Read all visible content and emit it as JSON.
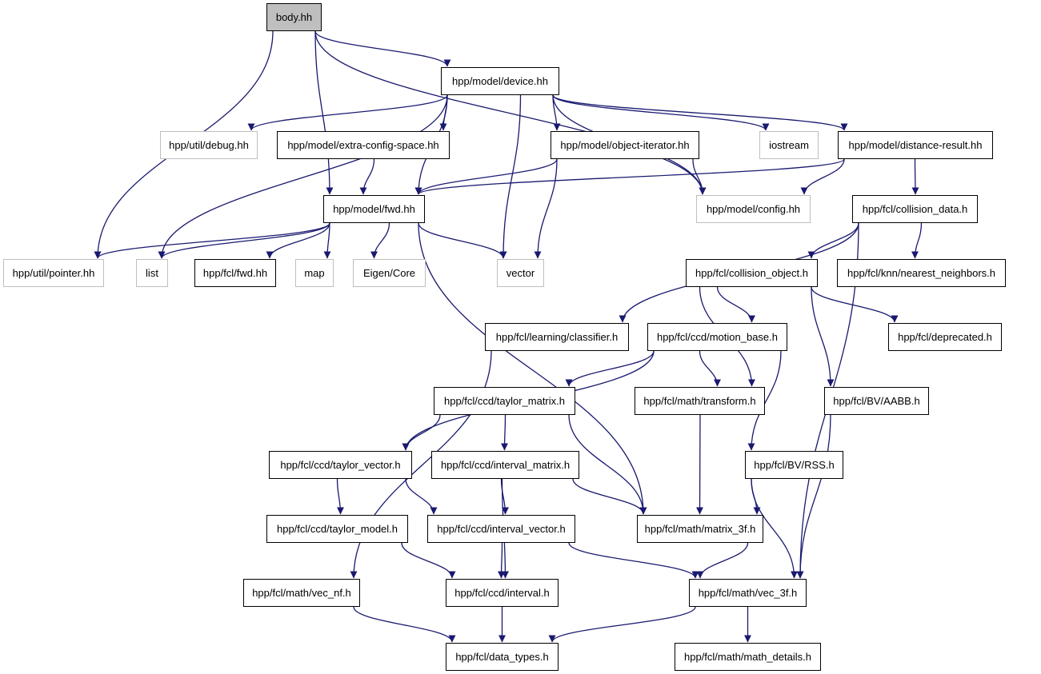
{
  "colors": {
    "edge": "#191970",
    "current_fill": "#bfbfbf",
    "external_border": "#bfbfbf",
    "node_border": "#000000"
  },
  "nodes": {
    "body": {
      "label": "body.hh",
      "kind": "current"
    },
    "device": {
      "label": "hpp/model/device.hh",
      "kind": "internal"
    },
    "util_debug": {
      "label": "hpp/util/debug.hh",
      "kind": "external"
    },
    "extra_config": {
      "label": "hpp/model/extra-config-space.hh",
      "kind": "internal"
    },
    "object_iterator": {
      "label": "hpp/model/object-iterator.hh",
      "kind": "internal"
    },
    "iostream": {
      "label": "iostream",
      "kind": "external"
    },
    "distance_result": {
      "label": "hpp/model/distance-result.hh",
      "kind": "internal"
    },
    "model_fwd": {
      "label": "hpp/model/fwd.hh",
      "kind": "internal"
    },
    "model_config": {
      "label": "hpp/model/config.hh",
      "kind": "external"
    },
    "collision_data": {
      "label": "hpp/fcl/collision_data.h",
      "kind": "internal"
    },
    "util_pointer": {
      "label": "hpp/util/pointer.hh",
      "kind": "external"
    },
    "list": {
      "label": "list",
      "kind": "external"
    },
    "fcl_fwd": {
      "label": "hpp/fcl/fwd.hh",
      "kind": "internal"
    },
    "map": {
      "label": "map",
      "kind": "external"
    },
    "eigen_core": {
      "label": "Eigen/Core",
      "kind": "external"
    },
    "vector": {
      "label": "vector",
      "kind": "external"
    },
    "collision_object": {
      "label": "hpp/fcl/collision_object.h",
      "kind": "internal"
    },
    "knn": {
      "label": "hpp/fcl/knn/nearest_neighbors.h",
      "kind": "internal"
    },
    "classifier": {
      "label": "hpp/fcl/learning/classifier.h",
      "kind": "internal"
    },
    "motion_base": {
      "label": "hpp/fcl/ccd/motion_base.h",
      "kind": "internal"
    },
    "deprecated": {
      "label": "hpp/fcl/deprecated.h",
      "kind": "internal"
    },
    "taylor_matrix": {
      "label": "hpp/fcl/ccd/taylor_matrix.h",
      "kind": "internal"
    },
    "transform": {
      "label": "hpp/fcl/math/transform.h",
      "kind": "internal"
    },
    "aabb": {
      "label": "hpp/fcl/BV/AABB.h",
      "kind": "internal"
    },
    "taylor_vector": {
      "label": "hpp/fcl/ccd/taylor_vector.h",
      "kind": "internal"
    },
    "interval_matrix": {
      "label": "hpp/fcl/ccd/interval_matrix.h",
      "kind": "internal"
    },
    "rss": {
      "label": "hpp/fcl/BV/RSS.h",
      "kind": "internal"
    },
    "taylor_model": {
      "label": "hpp/fcl/ccd/taylor_model.h",
      "kind": "internal"
    },
    "interval_vector": {
      "label": "hpp/fcl/ccd/interval_vector.h",
      "kind": "internal"
    },
    "matrix_3f": {
      "label": "hpp/fcl/math/matrix_3f.h",
      "kind": "internal"
    },
    "vec_nf": {
      "label": "hpp/fcl/math/vec_nf.h",
      "kind": "internal"
    },
    "interval": {
      "label": "hpp/fcl/ccd/interval.h",
      "kind": "internal"
    },
    "vec_3f": {
      "label": "hpp/fcl/math/vec_3f.h",
      "kind": "internal"
    },
    "data_types": {
      "label": "hpp/fcl/data_types.h",
      "kind": "internal"
    },
    "math_details": {
      "label": "hpp/fcl/math/math_details.h",
      "kind": "internal"
    }
  },
  "edges": [
    [
      "body",
      "device"
    ],
    [
      "body",
      "util_pointer"
    ],
    [
      "body",
      "model_fwd"
    ],
    [
      "body",
      "model_config"
    ],
    [
      "device",
      "util_debug"
    ],
    [
      "device",
      "extra_config"
    ],
    [
      "device",
      "object_iterator"
    ],
    [
      "device",
      "iostream"
    ],
    [
      "device",
      "distance_result"
    ],
    [
      "device",
      "model_fwd"
    ],
    [
      "device",
      "model_config"
    ],
    [
      "device",
      "list"
    ],
    [
      "device",
      "vector"
    ],
    [
      "extra_config",
      "model_fwd"
    ],
    [
      "object_iterator",
      "model_fwd"
    ],
    [
      "object_iterator",
      "model_config"
    ],
    [
      "object_iterator",
      "vector"
    ],
    [
      "distance_result",
      "model_fwd"
    ],
    [
      "distance_result",
      "model_config"
    ],
    [
      "distance_result",
      "collision_data"
    ],
    [
      "model_fwd",
      "util_pointer"
    ],
    [
      "model_fwd",
      "list"
    ],
    [
      "model_fwd",
      "fcl_fwd"
    ],
    [
      "model_fwd",
      "map"
    ],
    [
      "model_fwd",
      "eigen_core"
    ],
    [
      "model_fwd",
      "vector"
    ],
    [
      "model_fwd",
      "matrix_3f"
    ],
    [
      "collision_data",
      "collision_object"
    ],
    [
      "collision_data",
      "knn"
    ],
    [
      "collision_data",
      "classifier"
    ],
    [
      "collision_data",
      "vec_3f"
    ],
    [
      "collision_object",
      "motion_base"
    ],
    [
      "collision_object",
      "deprecated"
    ],
    [
      "collision_object",
      "transform"
    ],
    [
      "collision_object",
      "aabb"
    ],
    [
      "classifier",
      "vec_nf"
    ],
    [
      "motion_base",
      "taylor_matrix"
    ],
    [
      "motion_base",
      "transform"
    ],
    [
      "motion_base",
      "taylor_vector"
    ],
    [
      "motion_base",
      "rss"
    ],
    [
      "taylor_matrix",
      "taylor_vector"
    ],
    [
      "taylor_matrix",
      "interval_matrix"
    ],
    [
      "taylor_matrix",
      "matrix_3f"
    ],
    [
      "transform",
      "matrix_3f"
    ],
    [
      "aabb",
      "vec_3f"
    ],
    [
      "taylor_vector",
      "taylor_model"
    ],
    [
      "taylor_vector",
      "interval_vector"
    ],
    [
      "interval_matrix",
      "interval_vector"
    ],
    [
      "interval_matrix",
      "matrix_3f"
    ],
    [
      "interval_matrix",
      "interval"
    ],
    [
      "rss",
      "matrix_3f"
    ],
    [
      "rss",
      "vec_3f"
    ],
    [
      "taylor_model",
      "interval"
    ],
    [
      "interval_vector",
      "interval"
    ],
    [
      "interval_vector",
      "vec_3f"
    ],
    [
      "matrix_3f",
      "vec_3f"
    ],
    [
      "vec_nf",
      "data_types"
    ],
    [
      "interval",
      "data_types"
    ],
    [
      "vec_3f",
      "data_types"
    ],
    [
      "vec_3f",
      "math_details"
    ]
  ]
}
